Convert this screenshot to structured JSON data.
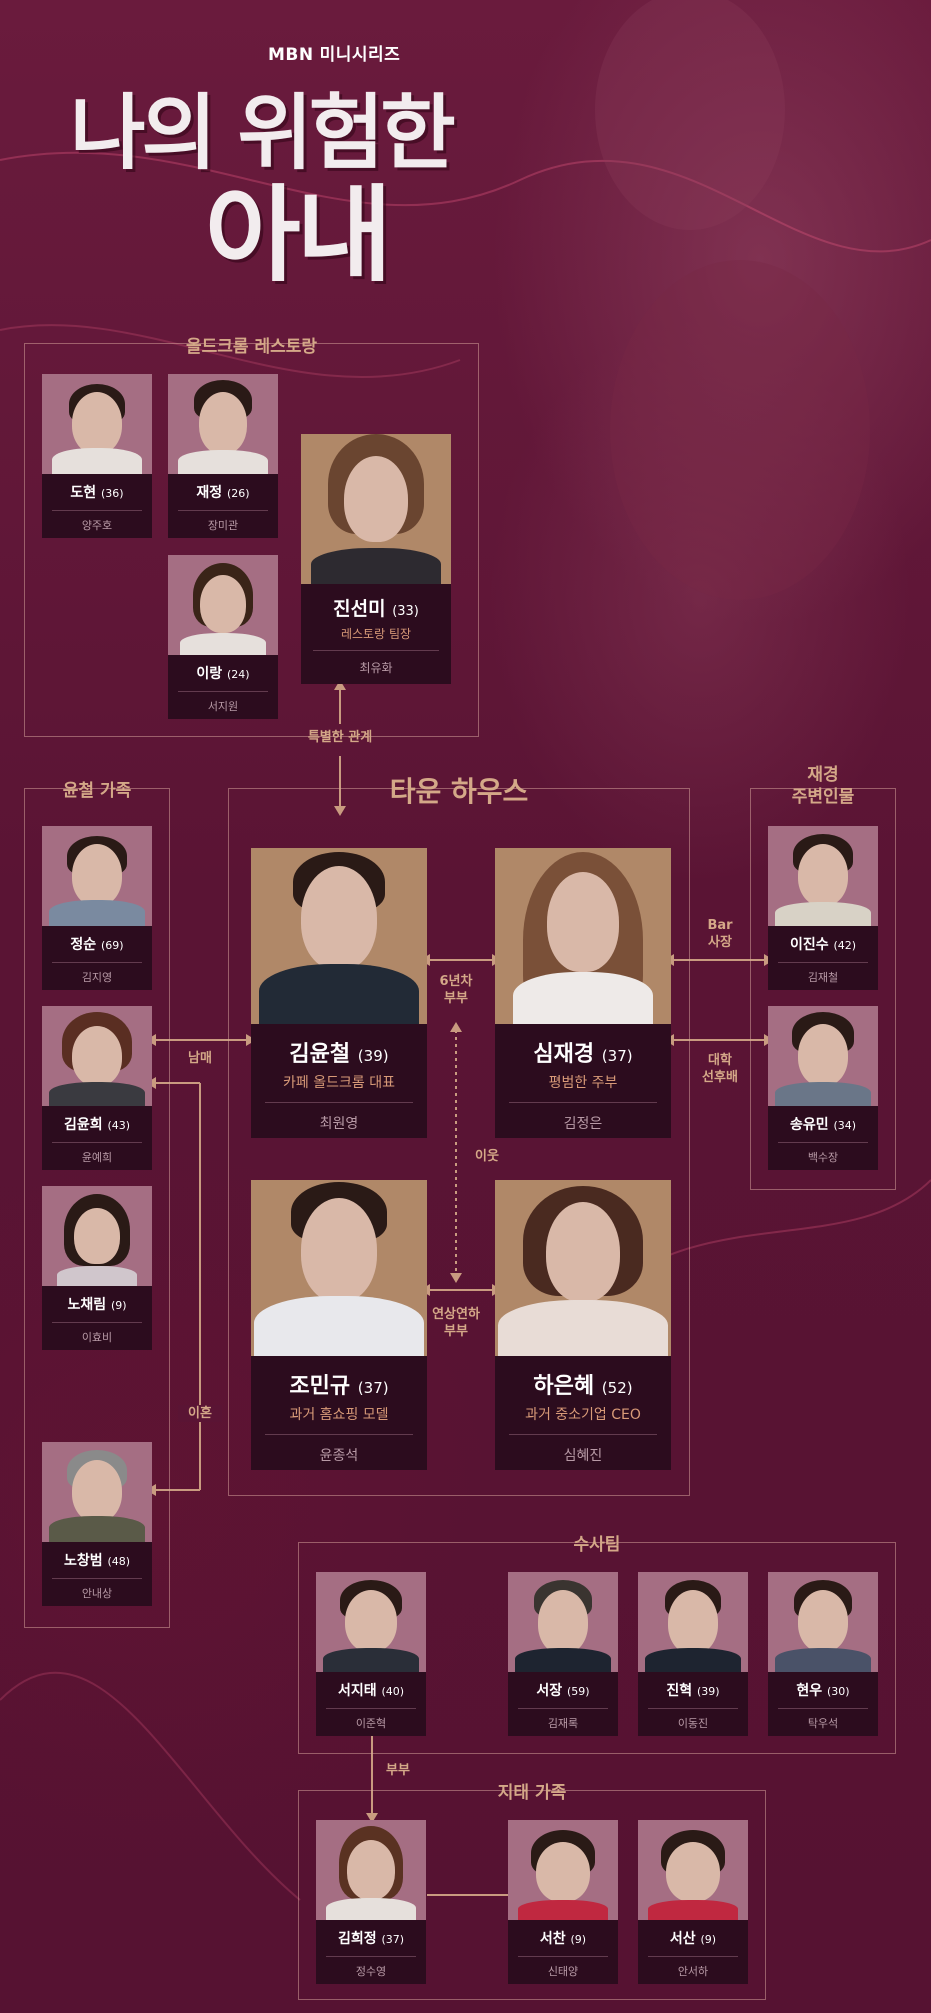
{
  "header": {
    "channel": "MBN",
    "series_type": "미니시리즈",
    "title_line1": "나의 위험한",
    "title_line2": "아내"
  },
  "groups": {
    "restaurant": "올드크롬 레스토랑",
    "townhouse": "타운 하우스",
    "yuncheol_family": "윤철 가족",
    "jaekyung_people_1": "재경",
    "jaekyung_people_2": "주변인물",
    "investigation": "수사팀",
    "jitae_family": "지태 가족"
  },
  "relations": {
    "special": "특별한 관계",
    "married_6": "6년차",
    "married_6b": "부부",
    "neighbors": "이웃",
    "siblings": "남매",
    "divorce": "이혼",
    "age_gap_1": "연상연하",
    "age_gap_2": "부부",
    "bar_1": "Bar",
    "bar_2": "사장",
    "college_1": "대학",
    "college_2": "선후배",
    "couple": "부부"
  },
  "characters": {
    "dohyun": {
      "name": "도현",
      "age": "(36)",
      "actor": "양주호"
    },
    "jaejung": {
      "name": "재정",
      "age": "(26)",
      "actor": "장미관"
    },
    "irang": {
      "name": "이랑",
      "age": "(24)",
      "actor": "서지원"
    },
    "jinsunmi": {
      "name": "진선미",
      "age": "(33)",
      "role": "레스토랑 팀장",
      "actor": "최유화"
    },
    "jungsoon": {
      "name": "정순",
      "age": "(69)",
      "actor": "김지영"
    },
    "kimyunhee": {
      "name": "김윤희",
      "age": "(43)",
      "actor": "윤예희"
    },
    "nochaerim": {
      "name": "노채림",
      "age": "(9)",
      "actor": "이효비"
    },
    "nochangbum": {
      "name": "노창범",
      "age": "(48)",
      "actor": "안내상"
    },
    "kimyuncheol": {
      "name": "김윤철",
      "age": "(39)",
      "role": "카페 올드크롬 대표",
      "actor": "최원영"
    },
    "shimjaekyung": {
      "name": "심재경",
      "age": "(37)",
      "role": "평범한 주부",
      "actor": "김정은"
    },
    "jominkyu": {
      "name": "조민규",
      "age": "(37)",
      "role": "과거 홈쇼핑 모델",
      "actor": "윤종석"
    },
    "haeunhye": {
      "name": "하은혜",
      "age": "(52)",
      "role": "과거 중소기업 CEO",
      "actor": "심혜진"
    },
    "leejinsoo": {
      "name": "이진수",
      "age": "(42)",
      "actor": "김재철"
    },
    "songyumin": {
      "name": "송유민",
      "age": "(34)",
      "actor": "백수장"
    },
    "seojitae": {
      "name": "서지태",
      "age": "(40)",
      "actor": "이준혁"
    },
    "seojang": {
      "name": "서장",
      "age": "(59)",
      "actor": "김재록"
    },
    "jinhyuk": {
      "name": "진혁",
      "age": "(39)",
      "actor": "이동진"
    },
    "hyunwoo": {
      "name": "현우",
      "age": "(30)",
      "actor": "탁우석"
    },
    "kimheejung": {
      "name": "김희정",
      "age": "(37)",
      "actor": "정수영"
    },
    "seochan": {
      "name": "서찬",
      "age": "(9)",
      "actor": "신태양"
    },
    "seosan": {
      "name": "서산",
      "age": "(9)",
      "actor": "안서하"
    }
  }
}
